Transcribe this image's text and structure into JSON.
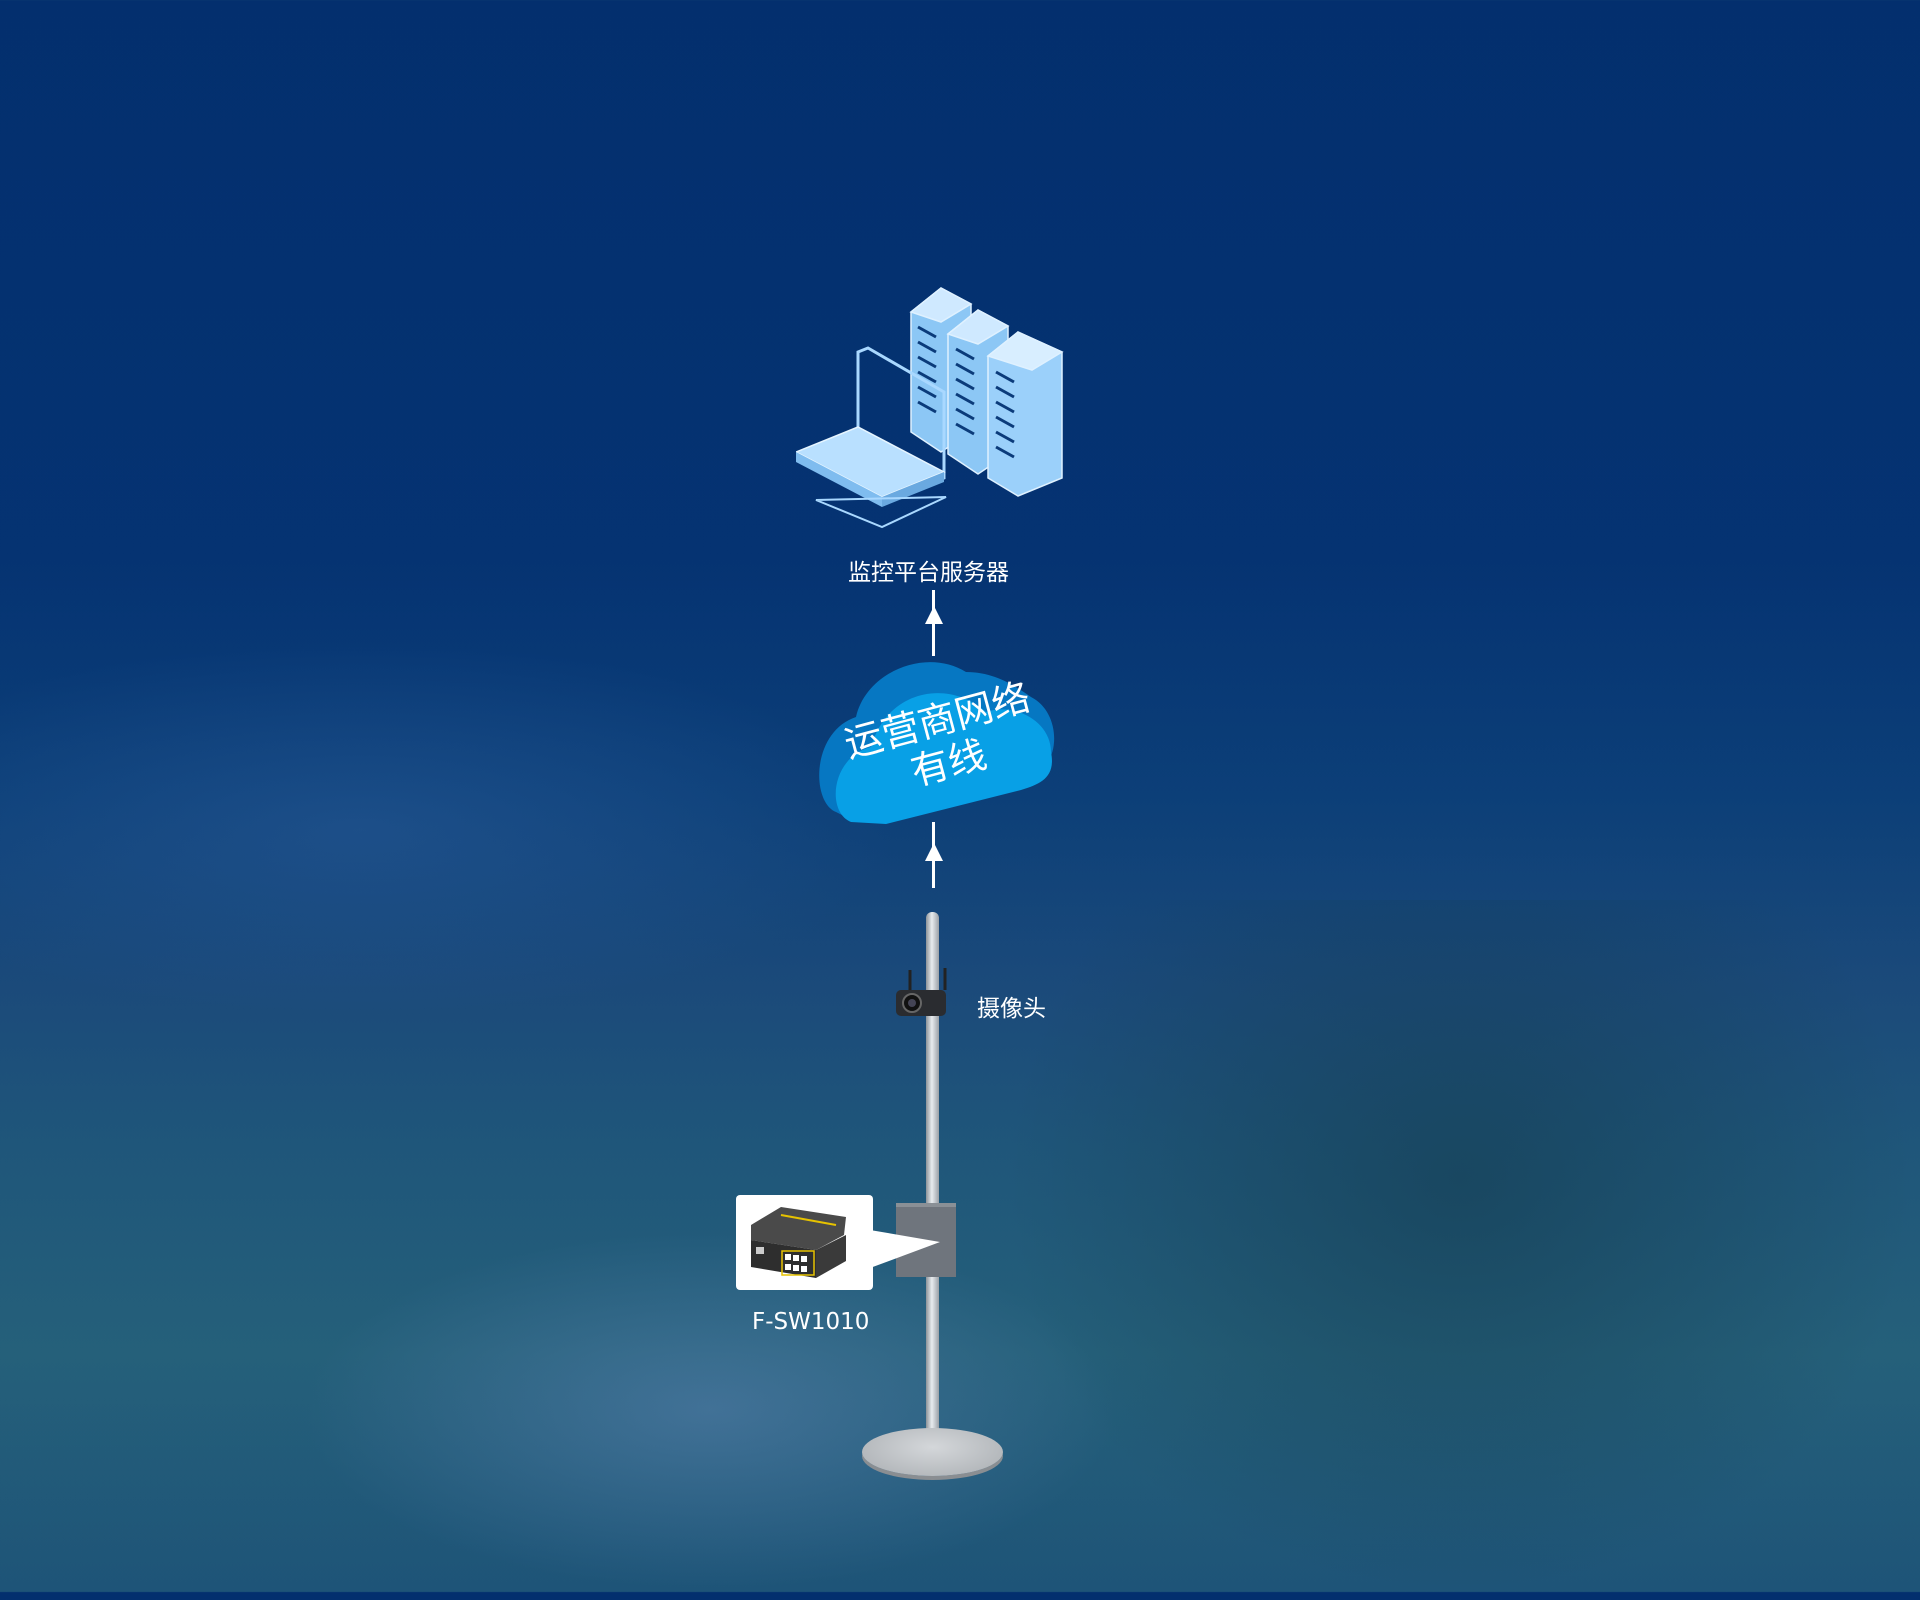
{
  "server": {
    "label": "监控平台服务器"
  },
  "cloud": {
    "line1": "运营商网络",
    "line2": "有线"
  },
  "camera": {
    "label": "摄像头"
  },
  "switch": {
    "label": "F-SW1010"
  },
  "colors": {
    "background": "#053372",
    "cloud_front": "#08a0e6",
    "cloud_back": "#0677c2",
    "server": "#a9d8ff"
  }
}
